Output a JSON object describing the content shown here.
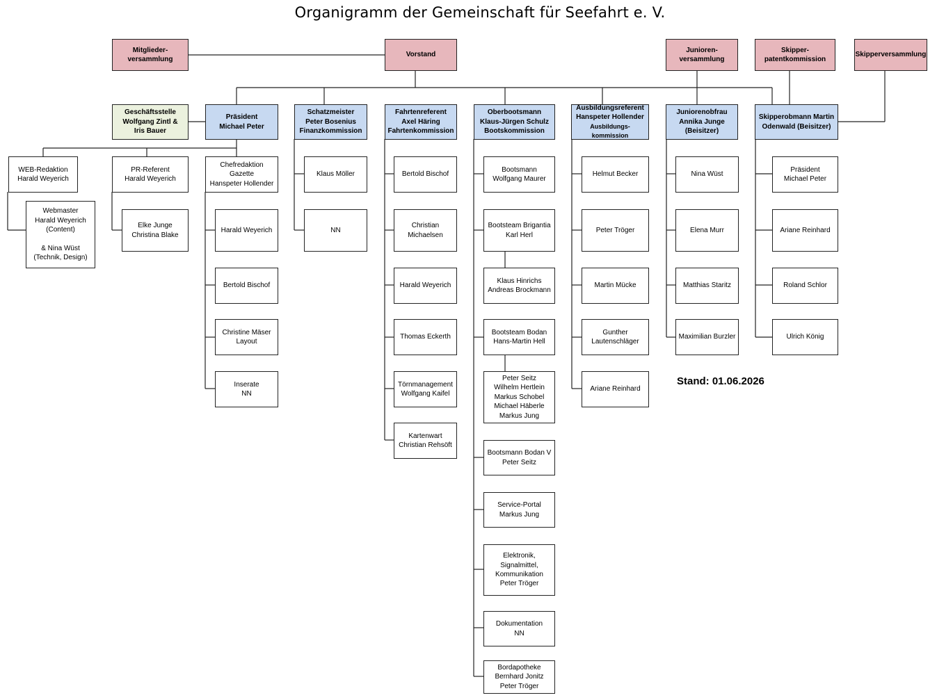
{
  "title": "Organigramm der Gemeinschaft für Seefahrt e. V.",
  "stand": "Stand: 01.06.2026",
  "top": {
    "mitglieder": "Mitglieder-\nversammlung",
    "vorstand": "Vorstand",
    "junioren": "Junioren-\nversammlung",
    "skipperpatent": "Skipper-\npatentkommission",
    "skipperversammlung": "Skipperversammlung"
  },
  "geschaeftsstelle": "Geschäftsstelle\nWolfgang Zintl &\nIris Bauer",
  "praesident": {
    "head": "Präsident\nMichael Peter",
    "web": "WEB-Redaktion\nHarald Weyerich",
    "webmaster": "Webmaster\nHarald Weyerich\n(Content)\n\n& Nina Wüst\n(Technik, Design)",
    "pr": "PR-Referent\nHarald Weyerich",
    "pr_sub": "Elke Junge\nChristina Blake",
    "gazette": "Chefredaktion Gazette\nHanspeter Hollender",
    "gazette_items": [
      "Harald Weyerich",
      "Bertold Bischof",
      "Christine Mäser\nLayout",
      "Inserate\nNN"
    ]
  },
  "schatzmeister": {
    "head": "Schatzmeister\nPeter Bosenius\nFinanzkommission",
    "items": [
      "Klaus Möller",
      "NN"
    ]
  },
  "fahrten": {
    "head": "Fahrtenreferent\nAxel Häring\nFahrtenkommission",
    "items": [
      "Bertold Bischof",
      "Christian\nMichaelsen",
      "Harald Weyerich",
      "Thomas Eckerth",
      "Törnmanagement\nWolfgang Kaifel",
      "Kartenwart\nChristian Rehsöft"
    ]
  },
  "oberboots": {
    "head": "Oberbootsmann\nKlaus-Jürgen Schulz\nBootskommission",
    "items": [
      "Bootsmann\nWolfgang Maurer",
      "Bootsteam Brigantia\nKarl Herl",
      "Klaus Hinrichs\nAndreas Brockmann",
      "Bootsteam Bodan\nHans-Martin Hell",
      "Peter Seitz\nWilhelm Hertlein\nMarkus Schobel\nMichael Häberle\nMarkus Jung",
      "Bootsmann Bodan V\nPeter Seitz",
      "Service-Portal\nMarkus Jung",
      "Elektronik,\nSignalmittel,\nKommunikation\nPeter Tröger",
      "Dokumentation\nNN",
      "Bordapotheke\nBernhard Jonitz\nPeter Tröger"
    ]
  },
  "ausbildung": {
    "head": "Ausbildungsreferent\nHanspeter Hollender",
    "head_sub": "Ausbildungs-kommission",
    "items": [
      "Helmut Becker",
      "Peter Tröger",
      "Martin Mücke",
      "Gunther\nLautenschläger",
      "Ariane Reinhard"
    ]
  },
  "junioren": {
    "head": "Juniorenobfrau\nAnnika Junge\n(Beisitzer)",
    "items": [
      "Nina Wüst",
      "Elena Murr",
      "Matthias Staritz",
      "Maximilian Burzler"
    ]
  },
  "skipper": {
    "head": "Skipperobmann    Martin\nOdenwald (Beisitzer)",
    "items": [
      "Präsident\nMichael Peter",
      "Ariane Reinhard",
      "Roland Schlor",
      "Ulrich König"
    ]
  }
}
